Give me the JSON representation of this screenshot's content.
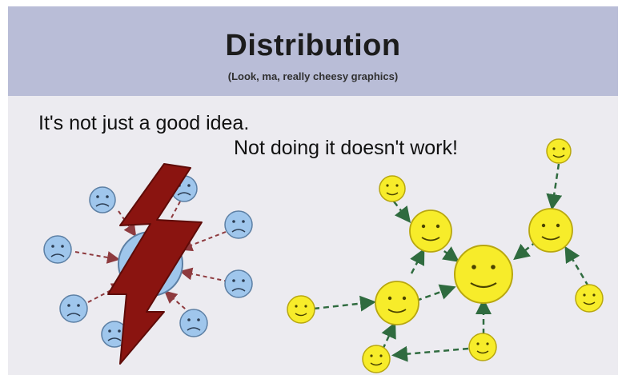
{
  "slide": {
    "title": "Distribution",
    "subtitle": "(Look, ma, really cheesy graphics)",
    "line1": "It's not just a good idea.",
    "line2": "Not doing it doesn't work!"
  },
  "colors": {
    "header_bg": "#b9bdd7",
    "slide_bg": "#ecebf0",
    "blue_face": "#9fc6ec",
    "yellow_face": "#f7ec2a",
    "red_arrow": "#8e3a3e",
    "green_arrow": "#2f6b3f",
    "lightning": "#8a1410"
  },
  "icons": [
    "sad-face-icon",
    "smiley-face-icon",
    "lightning-bolt-icon"
  ]
}
